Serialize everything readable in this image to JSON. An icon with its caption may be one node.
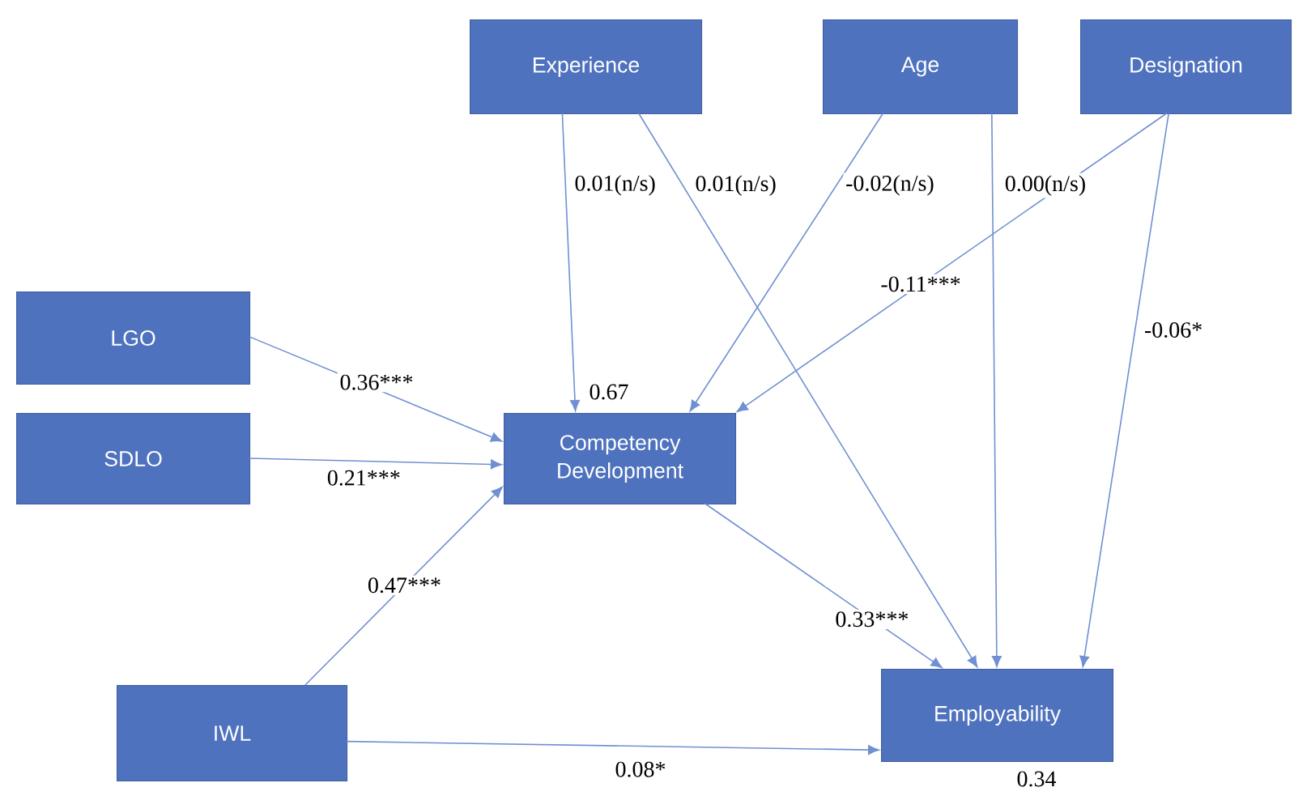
{
  "diagram": {
    "nodes": [
      {
        "text": [
          "Experience"
        ]
      },
      {
        "text": [
          "Age"
        ]
      },
      {
        "text": [
          "Designation"
        ]
      },
      {
        "text": [
          "LGO"
        ]
      },
      {
        "text": [
          "SDLO"
        ]
      },
      {
        "text": [
          "Competency Development"
        ],
        "beside": [
          "0.67"
        ]
      },
      {
        "text": [
          "IWL"
        ]
      },
      {
        "text": [
          "Employability"
        ],
        "beside": [
          "0.34"
        ]
      }
    ],
    "edges": [
      {
        "from": 0,
        "to": 5,
        "arrow": "to",
        "label": "0.01(n/s)"
      },
      {
        "from": 0,
        "to": 7,
        "arrow": "to",
        "label": "0.01(n/s)"
      },
      {
        "from": 1,
        "to": 5,
        "arrow": "to",
        "label": "-0.02(n/s)"
      },
      {
        "from": 1,
        "to": 7,
        "arrow": "to",
        "label": "0.00(n/s)"
      },
      {
        "from": 2,
        "to": 5,
        "arrow": "to",
        "label": "-0.11***"
      },
      {
        "from": 2,
        "to": 7,
        "arrow": "to",
        "label": "-0.06*"
      },
      {
        "from": 3,
        "to": 5,
        "arrow": "to",
        "label": "0.36***"
      },
      {
        "from": 4,
        "to": 5,
        "arrow": "to",
        "label": "0.21***"
      },
      {
        "from": 6,
        "to": 5,
        "arrow": "to",
        "label": "0.47***"
      },
      {
        "from": 5,
        "to": 7,
        "arrow": "to",
        "label": "0.33***"
      },
      {
        "from": 6,
        "to": 7,
        "arrow": "to",
        "label": "0.08*"
      }
    ]
  }
}
